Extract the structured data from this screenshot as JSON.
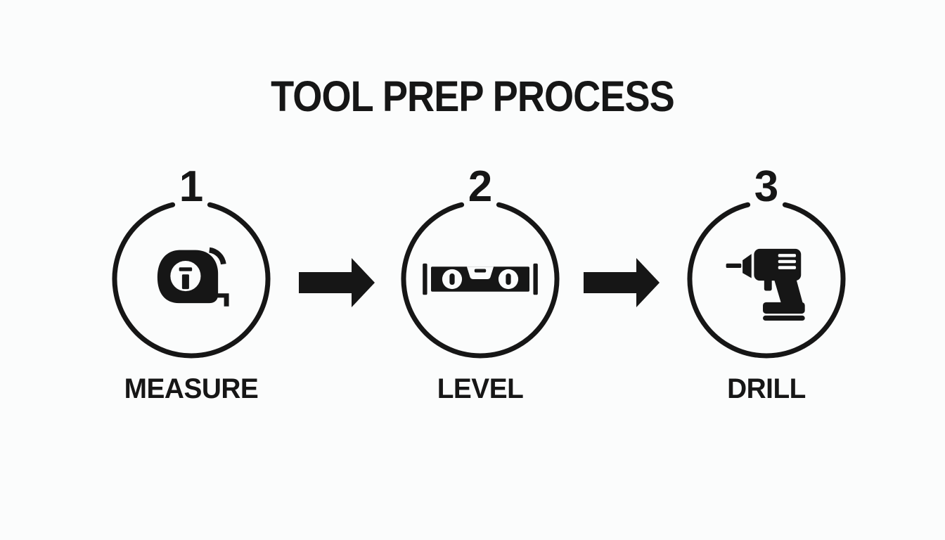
{
  "title": "TOOL PREP PROCESS",
  "steps": [
    {
      "number": "1",
      "label": "MEASURE",
      "icon": "tape-measure-icon"
    },
    {
      "number": "2",
      "label": "LEVEL",
      "icon": "spirit-level-icon"
    },
    {
      "number": "3",
      "label": "DRILL",
      "icon": "drill-icon"
    }
  ],
  "connectors": [
    {
      "icon": "arrow-right-icon"
    },
    {
      "icon": "arrow-right-icon"
    }
  ],
  "colors": {
    "background": "#fbfcfc",
    "ink": "#161616"
  }
}
